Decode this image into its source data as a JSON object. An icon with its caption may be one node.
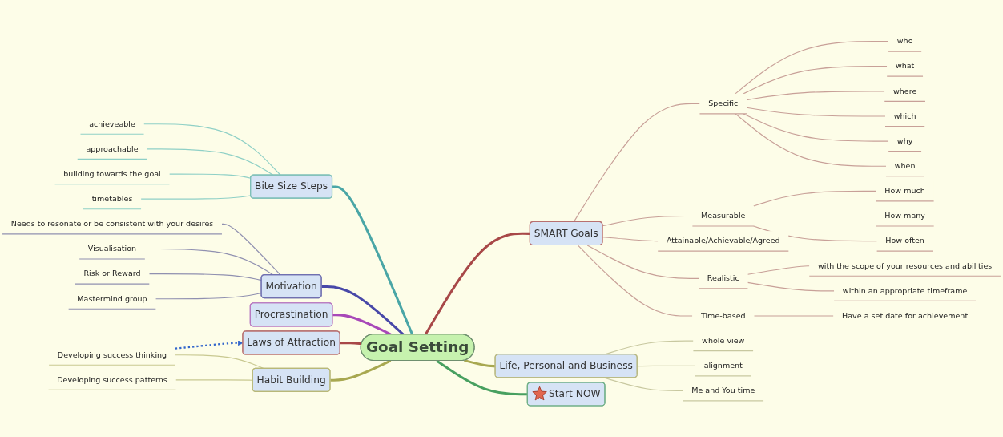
{
  "diagram": {
    "nodes": [
      {
        "text": [
          "Goal Setting"
        ]
      },
      {
        "text": [
          "Bite Size Steps"
        ]
      },
      {
        "text": [
          "achieveable"
        ]
      },
      {
        "text": [
          "approachable"
        ]
      },
      {
        "text": [
          "building towards the goal"
        ]
      },
      {
        "text": [
          "timetables"
        ]
      },
      {
        "text": [
          "Motivation"
        ]
      },
      {
        "text": [
          "Needs to resonate or be consistent with your desires"
        ]
      },
      {
        "text": [
          "Visualisation"
        ]
      },
      {
        "text": [
          "Risk or Reward"
        ]
      },
      {
        "text": [
          "Mastermind group"
        ]
      },
      {
        "text": [
          "Procrastination"
        ]
      },
      {
        "text": [
          "Laws of Attraction"
        ]
      },
      {
        "text": [
          "Habit Building"
        ]
      },
      {
        "text": [
          "Developing success thinking"
        ]
      },
      {
        "text": [
          "Developing success patterns"
        ]
      },
      {
        "text": [
          "SMART Goals"
        ]
      },
      {
        "text": [
          "Specific"
        ]
      },
      {
        "text": [
          "who"
        ]
      },
      {
        "text": [
          "what"
        ]
      },
      {
        "text": [
          "where"
        ]
      },
      {
        "text": [
          "which"
        ]
      },
      {
        "text": [
          "why"
        ]
      },
      {
        "text": [
          "when"
        ]
      },
      {
        "text": [
          "Measurable"
        ]
      },
      {
        "text": [
          "How much"
        ]
      },
      {
        "text": [
          "How many"
        ]
      },
      {
        "text": [
          "How often"
        ]
      },
      {
        "text": [
          "Attainable/Achievable/Agreed"
        ]
      },
      {
        "text": [
          "Realistic"
        ]
      },
      {
        "text": [
          "with the scope of your resources and abilities"
        ]
      },
      {
        "text": [
          "within an appropriate timeframe"
        ]
      },
      {
        "text": [
          "Time-based"
        ]
      },
      {
        "text": [
          "Have a set date for achievement"
        ]
      },
      {
        "text": [
          "Life, Personal and Business"
        ]
      },
      {
        "text": [
          "whole view"
        ]
      },
      {
        "text": [
          "alignment"
        ]
      },
      {
        "text": [
          "Me and You time"
        ]
      },
      {
        "text": [
          "Start NOW"
        ]
      }
    ],
    "edges": [
      {
        "from": 1,
        "to": 0,
        "arrow": "none",
        "style": "thick",
        "color": "#4aa6a6"
      },
      {
        "from": 2,
        "to": 1,
        "arrow": "none",
        "color": "#8fd0c6"
      },
      {
        "from": 3,
        "to": 1,
        "arrow": "none",
        "color": "#8fd0c6"
      },
      {
        "from": 4,
        "to": 1,
        "arrow": "none",
        "color": "#8fd0c6"
      },
      {
        "from": 5,
        "to": 1,
        "arrow": "none",
        "color": "#8fd0c6"
      },
      {
        "from": 6,
        "to": 0,
        "arrow": "none",
        "style": "thick",
        "color": "#4848a8"
      },
      {
        "from": 7,
        "to": 6,
        "arrow": "none",
        "color": "#9090b0"
      },
      {
        "from": 8,
        "to": 6,
        "arrow": "none",
        "color": "#9090b0"
      },
      {
        "from": 9,
        "to": 6,
        "arrow": "none",
        "color": "#9090b0"
      },
      {
        "from": 10,
        "to": 6,
        "arrow": "none",
        "color": "#9090b0"
      },
      {
        "from": 11,
        "to": 0,
        "arrow": "none",
        "style": "thick",
        "color": "#a848b8"
      },
      {
        "from": 12,
        "to": 0,
        "arrow": "none",
        "style": "thick",
        "color": "#a84848"
      },
      {
        "from": 13,
        "to": 0,
        "arrow": "none",
        "style": "thick",
        "color": "#a8a850"
      },
      {
        "from": 14,
        "to": 13,
        "arrow": "none",
        "color": "#c8c890"
      },
      {
        "from": 15,
        "to": 13,
        "arrow": "none",
        "color": "#c8c890"
      },
      {
        "from": 14,
        "to": 12,
        "arrow": "to",
        "style": "dashed",
        "color": "#3366cc"
      },
      {
        "from": 0,
        "to": 16,
        "arrow": "none",
        "style": "thick",
        "color": "#a84848"
      },
      {
        "from": 16,
        "to": 17,
        "arrow": "none",
        "color": "#c8a098"
      },
      {
        "from": 17,
        "to": 18,
        "arrow": "none",
        "color": "#c8a098"
      },
      {
        "from": 17,
        "to": 19,
        "arrow": "none",
        "color": "#c8a098"
      },
      {
        "from": 17,
        "to": 20,
        "arrow": "none",
        "color": "#c8a098"
      },
      {
        "from": 17,
        "to": 21,
        "arrow": "none",
        "color": "#c8a098"
      },
      {
        "from": 17,
        "to": 22,
        "arrow": "none",
        "color": "#c8a098"
      },
      {
        "from": 17,
        "to": 23,
        "arrow": "none",
        "color": "#c8a098"
      },
      {
        "from": 16,
        "to": 24,
        "arrow": "none",
        "color": "#c8a098"
      },
      {
        "from": 24,
        "to": 25,
        "arrow": "none",
        "color": "#c8a098"
      },
      {
        "from": 24,
        "to": 26,
        "arrow": "none",
        "color": "#c8a098"
      },
      {
        "from": 24,
        "to": 27,
        "arrow": "none",
        "color": "#c8a098"
      },
      {
        "from": 16,
        "to": 28,
        "arrow": "none",
        "color": "#c8a098"
      },
      {
        "from": 16,
        "to": 29,
        "arrow": "none",
        "color": "#c8a098"
      },
      {
        "from": 29,
        "to": 30,
        "arrow": "none",
        "color": "#c8a098"
      },
      {
        "from": 29,
        "to": 31,
        "arrow": "none",
        "color": "#c8a098"
      },
      {
        "from": 16,
        "to": 32,
        "arrow": "none",
        "color": "#c8a098"
      },
      {
        "from": 32,
        "to": 33,
        "arrow": "none",
        "color": "#c8a098"
      },
      {
        "from": 0,
        "to": 34,
        "arrow": "none",
        "style": "thick",
        "color": "#a8a850"
      },
      {
        "from": 34,
        "to": 35,
        "arrow": "none",
        "color": "#c8c8a0"
      },
      {
        "from": 34,
        "to": 36,
        "arrow": "none",
        "color": "#c8c8a0"
      },
      {
        "from": 34,
        "to": 37,
        "arrow": "none",
        "color": "#c8c8a0"
      },
      {
        "from": 0,
        "to": 38,
        "arrow": "none",
        "style": "thick",
        "color": "#48a060"
      }
    ]
  }
}
